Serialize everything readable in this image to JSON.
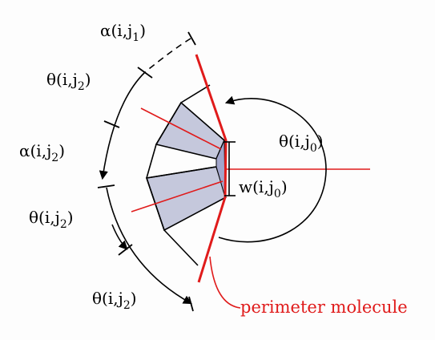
{
  "diagram": {
    "labels": {
      "alpha_j1": {
        "main": "α(i,j",
        "sub": "1",
        "close": ")"
      },
      "theta_j2_a": {
        "main": "θ(i,j",
        "sub": "2",
        "close": ")"
      },
      "alpha_j2": {
        "main": "α(i,j",
        "sub": "2",
        "close": ")"
      },
      "theta_j2_b": {
        "main": "θ(i,j",
        "sub": "2",
        "close": ")"
      },
      "theta_j2_c": {
        "main": "θ(i,j",
        "sub": "2",
        "close": ")"
      },
      "theta_j0": {
        "main": "θ(i,j",
        "sub": "0",
        "close": ")"
      },
      "width_j0": {
        "main": "w(i,j",
        "sub": "0",
        "close": ")"
      },
      "perimeter": "perimeter molecule"
    },
    "colors": {
      "red": "#e01b1b",
      "fill": "#c5c8dc",
      "fill_dark": "#a2a6cc",
      "line": "#000000"
    }
  }
}
